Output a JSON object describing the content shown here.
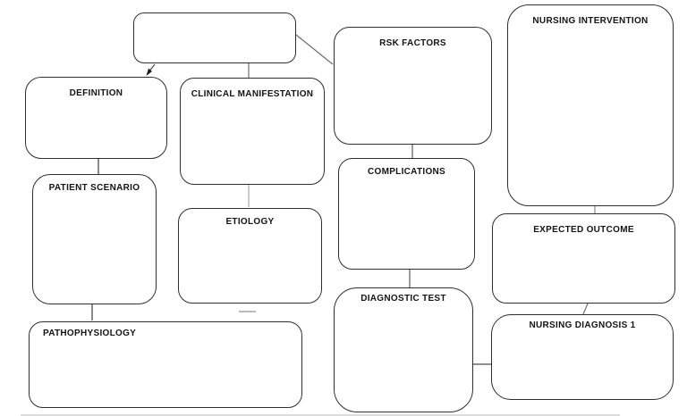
{
  "diagram": {
    "nodes": [
      {
        "id": "main-topic",
        "label": ""
      },
      {
        "id": "definition",
        "label": "DEFINITION"
      },
      {
        "id": "clinical-manifestation",
        "label": "CLINICAL MANIFESTATION"
      },
      {
        "id": "rsk-factors",
        "label": "RSK FACTORS"
      },
      {
        "id": "nursing-intervention",
        "label": "NURSING INTERVENTION"
      },
      {
        "id": "patient-scenario",
        "label": "PATIENT SCENARIO"
      },
      {
        "id": "etiology",
        "label": "ETIOLOGY"
      },
      {
        "id": "complications",
        "label": "COMPLICATIONS"
      },
      {
        "id": "expected-outcome",
        "label": "EXPECTED OUTCOME"
      },
      {
        "id": "pathophysiology",
        "label": "PATHOPHYSIOLOGY"
      },
      {
        "id": "diagnostic-test",
        "label": "DIAGNOSTIC TEST"
      },
      {
        "id": "nursing-diagnosis-1",
        "label": "NURSING DIAGNOSIS 1"
      }
    ],
    "edges": [
      {
        "from": "main-topic",
        "to": "definition",
        "arrow": true
      },
      {
        "from": "main-topic",
        "to": "clinical-manifestation"
      },
      {
        "from": "main-topic",
        "to": "rsk-factors"
      },
      {
        "from": "definition",
        "to": "patient-scenario"
      },
      {
        "from": "patient-scenario",
        "to": "pathophysiology"
      },
      {
        "from": "clinical-manifestation",
        "to": "etiology"
      },
      {
        "from": "rsk-factors",
        "to": "complications"
      },
      {
        "from": "complications",
        "to": "diagnostic-test"
      },
      {
        "from": "diagnostic-test",
        "to": "nursing-diagnosis-1"
      },
      {
        "from": "nursing-intervention",
        "to": "expected-outcome"
      },
      {
        "from": "expected-outcome",
        "to": "nursing-diagnosis-1"
      }
    ],
    "colors": {
      "box_border": "#2e2e2e",
      "connector": "#666666",
      "connector_light": "#9a9a9a",
      "background": "#ffffff"
    }
  }
}
